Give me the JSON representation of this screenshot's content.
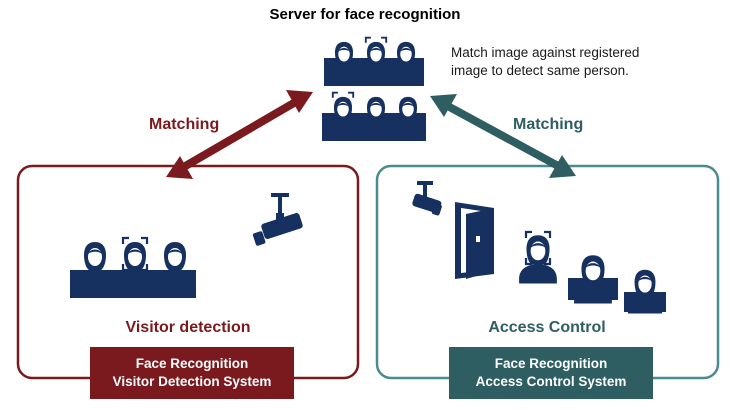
{
  "title": "Server for face recognition",
  "description": [
    "Match image against registered",
    "image to detect same person."
  ],
  "matching_left": "Matching",
  "matching_right": "Matching",
  "visitor": {
    "section_title": "Visitor detection",
    "system_label": [
      "Face Recognition",
      "Visitor Detection System"
    ]
  },
  "access": {
    "section_title": "Access Control",
    "system_label": [
      "Face Recognition",
      "Access Control System"
    ]
  },
  "colors": {
    "navy": "#16305f",
    "maroon": "#7a1a1e",
    "teal": "#2e5d62",
    "teal_border": "#4b8a90"
  }
}
